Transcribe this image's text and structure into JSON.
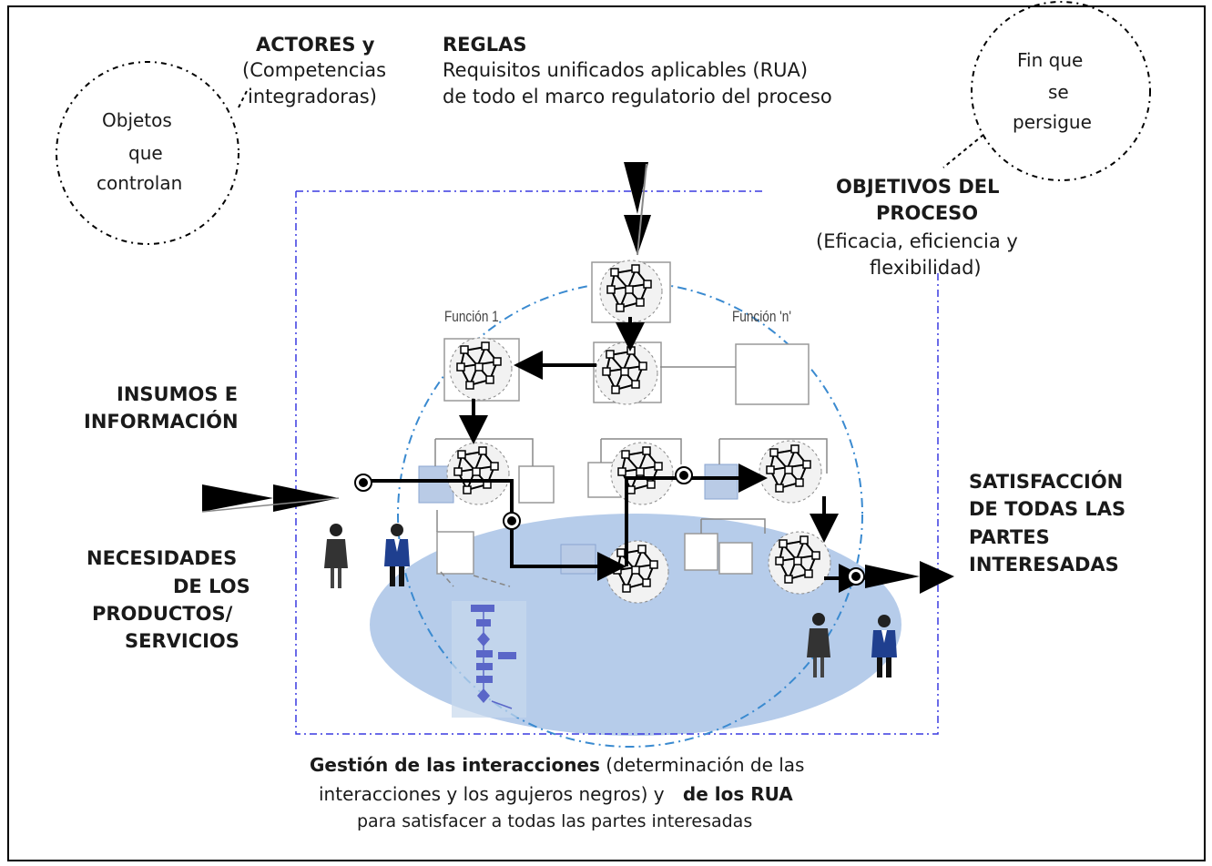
{
  "actores": {
    "title": "ACTORES y",
    "line1": "(Competencias",
    "line2": "integradoras)"
  },
  "reglas": {
    "title": "REGLAS",
    "line1": "Requisitos unificados aplicables (RUA)",
    "line2": "de todo el marco regulatorio del proceso"
  },
  "bubble_left": {
    "line1": "Objetos",
    "line2": "que",
    "line3": "controlan"
  },
  "bubble_right": {
    "line1": "Fin que",
    "line2": "se",
    "line3": "persigue"
  },
  "objetivos": {
    "title1": "OBJETIVOS DEL",
    "title2": "PROCESO",
    "line1": "(Eficacia, eficiencia y",
    "line2": "flexibilidad)"
  },
  "insumos": {
    "line1": "INSUMOS E",
    "line2": "INFORMACIÓN"
  },
  "necesidades": {
    "line1": "NECESIDADES",
    "line2": "DE LOS",
    "line3": "PRODUCTOS/",
    "line4": "SERVICIOS"
  },
  "satisfaccion": {
    "line1": "SATISFACCIÓN",
    "line2": "DE TODAS LAS",
    "line3": "PARTES",
    "line4": "INTERESADAS"
  },
  "funciones": {
    "f1": "Función 1",
    "fn": "Función 'n'"
  },
  "footer": {
    "bold1": "Gestión de las interacciones",
    "normal1": " (determinación de las",
    "normal2": "interacciones y los agujeros negros) y ",
    "bold2": "de los RUA",
    "line3": "para satisfacer a todas las partes interesadas"
  },
  "colors": {
    "frame": "#000000",
    "dashed_box": "#3a3ae0",
    "circle_outline": "#3a8ad0",
    "ellipse_fill": "#a9c3e6",
    "flow_arrow": "#000000"
  }
}
